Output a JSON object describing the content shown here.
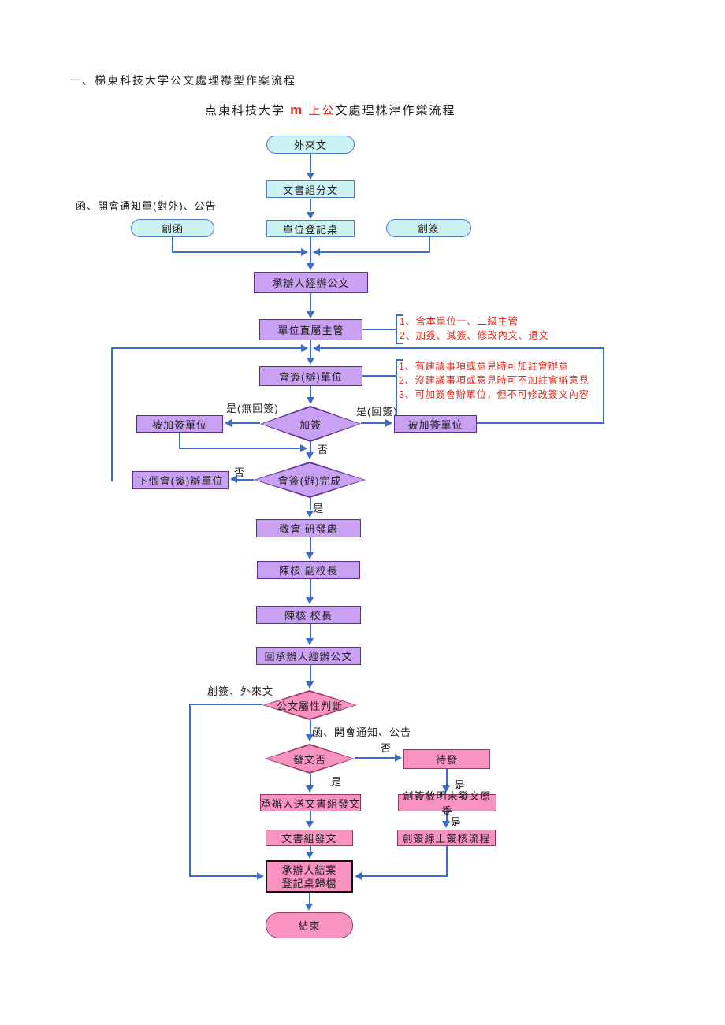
{
  "page": {
    "heading": "一、梯東科技大学公文處理襟型作案流程",
    "subtitle_pre": "点東科技大学 ",
    "subtitle_red_m": "m",
    "subtitle_red_rest": " 上公",
    "subtitle_post": "文處理株津作棠流程"
  },
  "nodes": {
    "ext_doc": "外來文",
    "split": "文書組分文",
    "unit_desk": "單位登記桌",
    "create_letter": "創函",
    "create_sign": "創簽",
    "handler": "承辦人經辦公文",
    "supervisor": "單位直屬主管",
    "cosign_unit": "會簽(辦)單位",
    "add_sign": "加簽",
    "added_left": "被加簽單位",
    "added_right": "被加簽單位",
    "cosign_done": "會簽(辦)完成",
    "next_unit": "下個會(簽)辦單位",
    "consult_rd": "敬會 研發處",
    "review_vp": "陳核 副校長",
    "review_pres": "陳核 校長",
    "back_handler": "回承辦人經辦公文",
    "doc_attr": "公文屬性判斷",
    "send_q": "發文否",
    "pending": "待發",
    "handler_send": "承辦人送文書組發文",
    "reason_unsent": "創簽敘明未發文原委",
    "group_send": "文書組發文",
    "online_flow": "創簽線上簽核流程",
    "close_case_line1": "承辦人結案",
    "close_case_line2": "登記桌歸檔",
    "end": "結束"
  },
  "edge_labels": {
    "top_left_note": "函、開會通知單(對外)、公告",
    "yes_no_reply": "是(無回簽)",
    "yes_reply": "是(回簽)",
    "no1": "否",
    "no2": "否",
    "no3": "否",
    "yes1": "是",
    "yes2": "是",
    "yes3": "是",
    "yes4": "是",
    "create_ext": "創簽、外來文",
    "letter_notice": "函、開會通知、公告"
  },
  "notes": {
    "supervisor": [
      "1、含本單位一、二級主管",
      "2、加簽、減簽、修改內文、退文"
    ],
    "cosign": [
      "1、有建議事項或意見時可加註會辦意",
      "2、沒建議事項或意見時可不加註會辦意見",
      "3、可加簽會辦單位，但不可修改簽文內容"
    ]
  },
  "colors": {
    "line": "#3a6cc8",
    "cyan_fill": "#cdf2f4",
    "purple_fill": "#c9a1f2",
    "pink_fill": "#f893c0",
    "note_red": "#e02b20"
  }
}
